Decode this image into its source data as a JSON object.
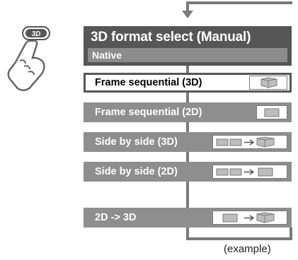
{
  "menu": {
    "title": "3D format select (Manual)",
    "current": "Native",
    "items": [
      {
        "label": "Frame sequential (3D)",
        "selected": true,
        "icon": "cube-icon"
      },
      {
        "label": "Frame sequential (2D)",
        "selected": false,
        "icon": "screen-icon"
      },
      {
        "label": "Side by side (3D)",
        "selected": false,
        "icon": "side-by-side-to-cube-icon"
      },
      {
        "label": "Side by side (2D)",
        "selected": false,
        "icon": "side-by-side-to-screen-icon"
      },
      {
        "label": "2D -> 3D",
        "selected": false,
        "icon": "screen-to-cube-icon"
      }
    ]
  },
  "remote": {
    "button_label": "3D",
    "icon": "hand-pressing-3d-button-icon"
  },
  "caption": "(example)",
  "colors": {
    "header": "#565656",
    "item": "#8e8e8e",
    "native_bar": "#8c8c8c",
    "flow_line": "#7a7a7a"
  }
}
